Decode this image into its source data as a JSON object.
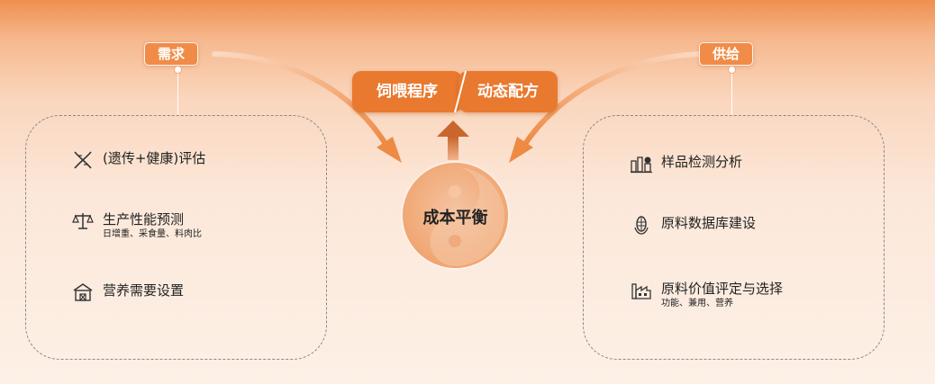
{
  "demand": {
    "tag": "需求",
    "items": [
      {
        "icon": "dna-icon",
        "label": "(遗传+健康)评估"
      },
      {
        "icon": "balance-scale-icon",
        "label": "生产性能预测",
        "sub": "日增重、采食量、料肉比"
      },
      {
        "icon": "barn-icon",
        "label": "营养需要设置"
      }
    ]
  },
  "supply": {
    "tag": "供给",
    "items": [
      {
        "icon": "lab-instruments-icon",
        "label": "样品检测分析"
      },
      {
        "icon": "corn-icon",
        "label": "原料数据库建设"
      },
      {
        "icon": "factory-icon",
        "label": "原料价值评定与选择",
        "sub": "功能、兼用、营养"
      }
    ]
  },
  "center": {
    "left_label": "饲喂程序",
    "right_label": "动态配方",
    "core_label": "成本平衡"
  },
  "colors": {
    "accent": "#e8792f",
    "arrow": "#f09a5c",
    "panel_border": "#8a8a8a"
  }
}
